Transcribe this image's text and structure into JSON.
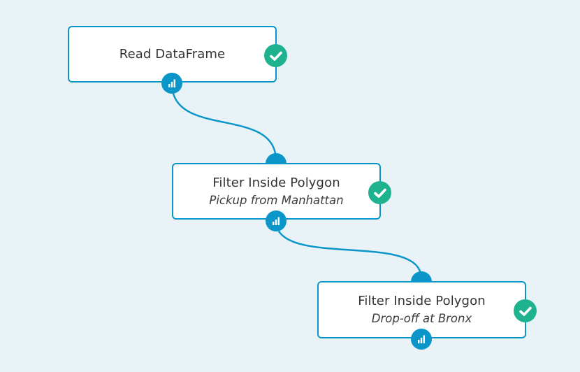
{
  "diagram": {
    "title": "Workflow pipeline",
    "colors": {
      "background": "#e9f2f6",
      "accent": "#0a96c8",
      "success": "#1fb28f",
      "node_fill": "#ffffff",
      "text": "#333333"
    },
    "nodes": [
      {
        "id": "read-dataframe",
        "title": "Read DataFrame",
        "subtitle": null,
        "status": "success",
        "status_icon": "check-icon",
        "output_port_icon": "bar-chart-icon"
      },
      {
        "id": "filter-manhattan",
        "title": "Filter Inside Polygon",
        "subtitle": "Pickup from Manhattan",
        "status": "success",
        "status_icon": "check-icon",
        "output_port_icon": "bar-chart-icon"
      },
      {
        "id": "filter-bronx",
        "title": "Filter Inside Polygon",
        "subtitle": "Drop-off at Bronx",
        "status": "success",
        "status_icon": "check-icon",
        "output_port_icon": "bar-chart-icon"
      }
    ],
    "edges": [
      {
        "from": "read-dataframe",
        "to": "filter-manhattan"
      },
      {
        "from": "filter-manhattan",
        "to": "filter-bronx"
      }
    ]
  }
}
